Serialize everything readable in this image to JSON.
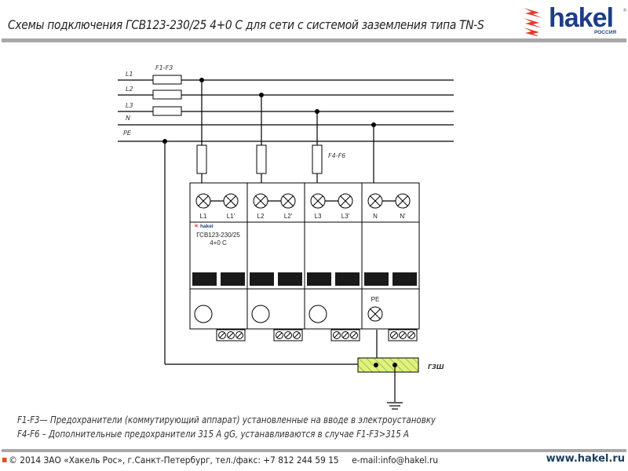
{
  "header": {
    "title": "Схемы подключения ГСВ123-230/25 4+0 С для сети с системой заземления типа TN-S",
    "logo": {
      "name": "hakel",
      "subtitle": "РОССИЯ",
      "registered": "®"
    }
  },
  "diagram": {
    "lines": [
      "L1",
      "L2",
      "L3",
      "N",
      "PE"
    ],
    "fuse_group_main": "F1-F3",
    "fuse_group_extra": "F4-F6",
    "modules": [
      {
        "terminal_in": "L1",
        "terminal_out": "L1'"
      },
      {
        "terminal_in": "L2",
        "terminal_out": "L2'"
      },
      {
        "terminal_in": "L3",
        "terminal_out": "L3'"
      },
      {
        "terminal_in": "N",
        "terminal_out": "N'"
      }
    ],
    "device_brand": "hakel",
    "device_model": "ГСВ123-230/25",
    "device_config": "4+0 C",
    "pe_label": "PE",
    "bus_label": "ГЗШ",
    "colors": {
      "bus_fill": "#e3f07a",
      "bus_hatch": "#4caf50",
      "status_window": "#1a1a1a"
    }
  },
  "notes": [
    "F1-F3— Предохранители (коммутирующий аппарат) установленные на вводе в электроустановку",
    "F4-F6 – Дополнительные предохранители 315 А gG, устанавливаются в случае F1-F3>315 А"
  ],
  "footer": {
    "copyright": "© 2014 ЗАО «Хакель Рос», г.Санкт-Петербург, тел./факс: +7 812 244 59 15",
    "email": "e-mail:info@hakel.ru",
    "website": "www.hakel.ru"
  }
}
